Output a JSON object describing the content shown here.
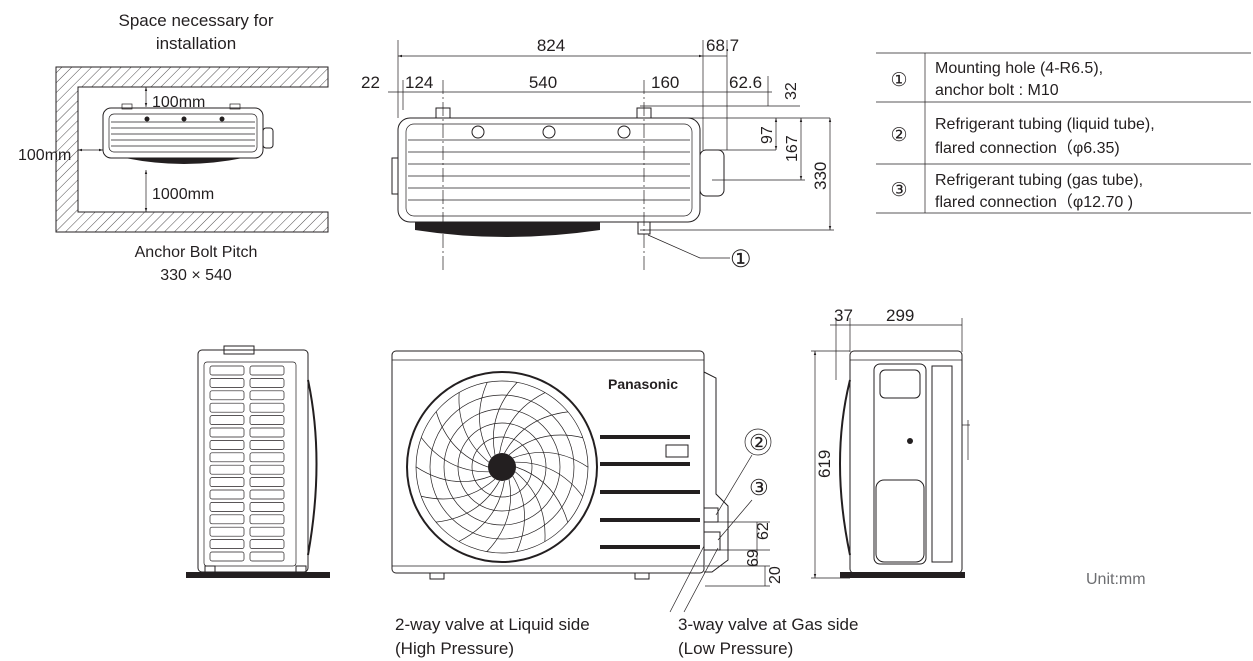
{
  "installation": {
    "title_line1": "Space necessary for",
    "title_line2": "installation",
    "clear_top": "100mm",
    "clear_side": "100mm",
    "clear_front": "1000mm",
    "anchor_title": "Anchor Bolt Pitch",
    "anchor_value": "330 × 540"
  },
  "top_view": {
    "dim_total_width": "824",
    "dim_protrusion": "68.7",
    "dim_left_offset": "22",
    "dim_left_hole": "124",
    "dim_hole_pitch": "540",
    "dim_right_hole": "160",
    "dim_right_pipe": "62.6",
    "dim_top_small": "32",
    "dim_97": "97",
    "dim_167": "167",
    "dim_depth": "330",
    "callout_1": "①"
  },
  "legend": [
    {
      "num": "①",
      "line1": "Mounting hole (4-R6.5),",
      "line2": "anchor bolt : M10"
    },
    {
      "num": "②",
      "line1": "Refrigerant tubing (liquid tube),",
      "line2": "flared connection（φ6.35)"
    },
    {
      "num": "③",
      "line1": "Refrigerant tubing (gas tube),",
      "line2": "flared connection（φ12.70 )"
    }
  ],
  "front_view": {
    "brand": "Panasonic",
    "callout_2": "②",
    "callout_3": "③",
    "dim_62": "62",
    "dim_69": "69",
    "dim_20": "20",
    "liquid_valve_line1": "2-way valve at Liquid side",
    "liquid_valve_line2": "(High Pressure)",
    "gas_valve_line1": "3-way valve at Gas side",
    "gas_valve_line2": "(Low Pressure)"
  },
  "side_view": {
    "dim_37": "37",
    "dim_299": "299",
    "dim_height": "619"
  },
  "unit_label": "Unit:mm"
}
